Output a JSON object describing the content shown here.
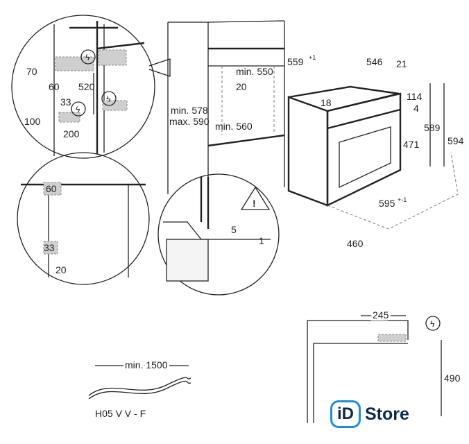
{
  "detail_top_left": {
    "d70": "70",
    "d60": "60",
    "d520": "520",
    "d33": "33",
    "d100": "100",
    "d200": "200"
  },
  "cabinet": {
    "min578": "min. 578",
    "max590": "max. 590",
    "min550": "min. 550",
    "d20": "20",
    "min560": "min. 560"
  },
  "oven": {
    "w559": "559",
    "w559_tol": "+1",
    "d546": "546",
    "d21": "21",
    "d18": "18",
    "d114": "114",
    "d4": "4",
    "h589": "589",
    "h594": "594",
    "h471": "471",
    "w595": "595",
    "w595_tol": "+-1",
    "d460": "460"
  },
  "detail_bottom_left": {
    "d60": "60",
    "d33": "33",
    "d20": "20"
  },
  "detail_section": {
    "d5": "5",
    "d1": "1"
  },
  "cable": {
    "length": "min. 1500",
    "type": "H05 V V - F"
  },
  "rear_view": {
    "d245": "245",
    "d490": "490"
  },
  "logo": {
    "id": "iD",
    "name": "Store",
    "accent": "#1a8fd6"
  }
}
